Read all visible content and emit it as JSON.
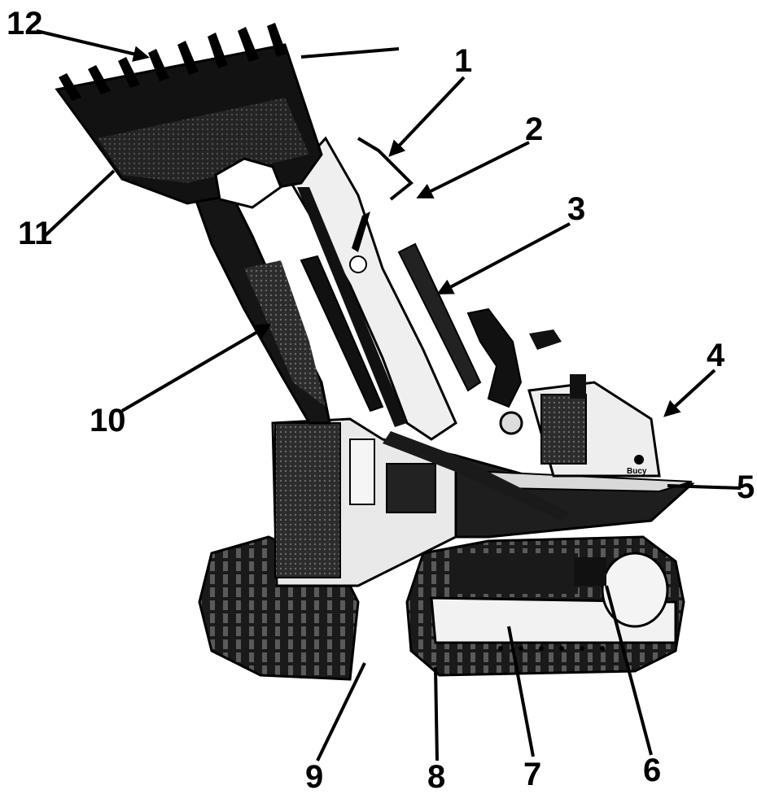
{
  "figure": {
    "colors": {
      "ink": "#000000",
      "paper": "#ffffff",
      "shade": "#3a3a3a",
      "light": "#d9d9d9"
    },
    "callouts": [
      {
        "id": "1",
        "label": "1"
      },
      {
        "id": "2",
        "label": "2"
      },
      {
        "id": "3",
        "label": "3"
      },
      {
        "id": "4",
        "label": "4"
      },
      {
        "id": "5",
        "label": "5"
      },
      {
        "id": "6",
        "label": "6"
      },
      {
        "id": "7",
        "label": "7"
      },
      {
        "id": "8",
        "label": "8"
      },
      {
        "id": "9",
        "label": "9"
      },
      {
        "id": "10",
        "label": "10"
      },
      {
        "id": "11",
        "label": "11"
      },
      {
        "id": "12",
        "label": "12"
      }
    ],
    "logo_text": "Bucy"
  }
}
